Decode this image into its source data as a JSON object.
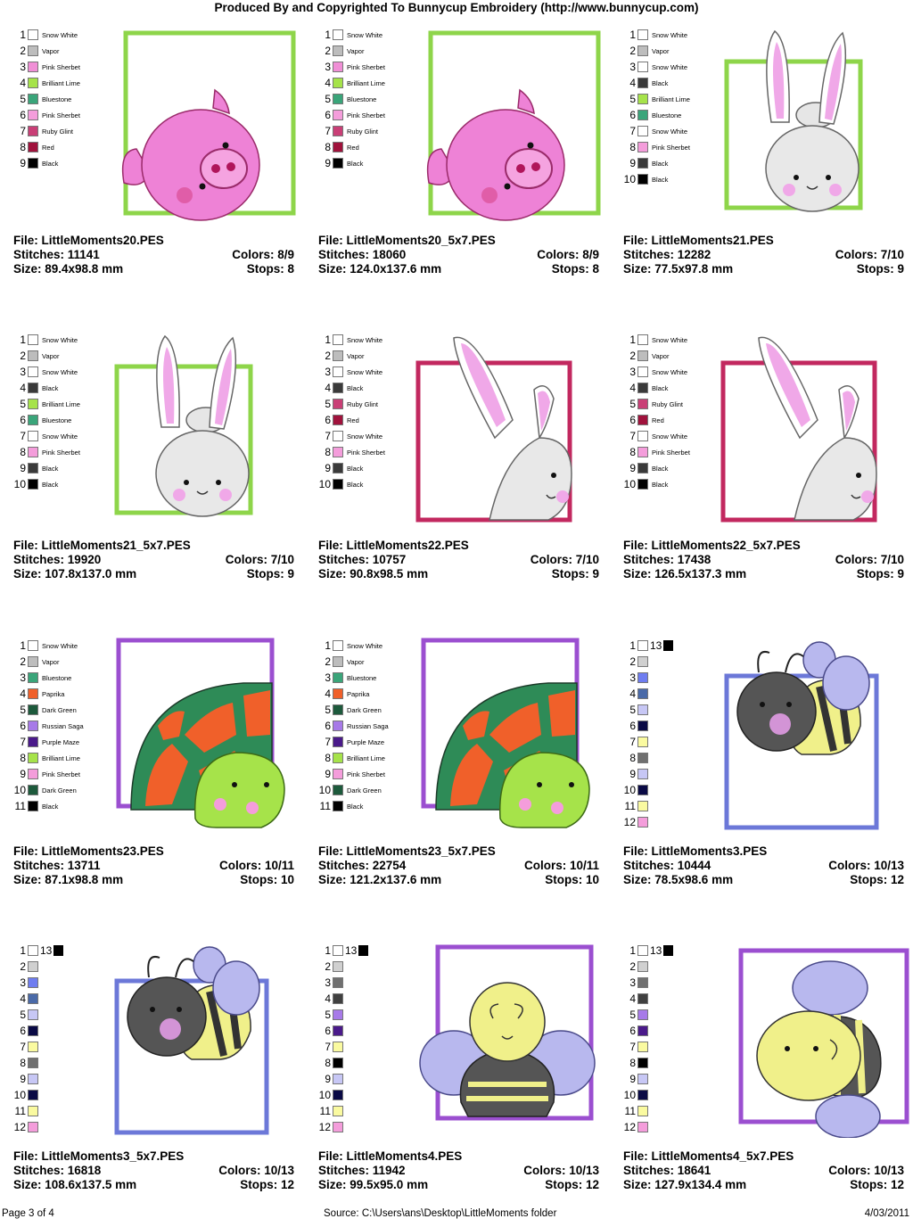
{
  "header": "Produced By and Copyrighted To Bunnycup Embroidery (http://www.bunnycup.com)",
  "footer": {
    "page": "Page 3 of 4",
    "source": "Source:  C:\\Users\\ans\\Desktop\\LittleMoments folder",
    "date": "4/03/2011"
  },
  "designs": [
    {
      "file": "File: LittleMoments20.PES",
      "stitches": "Stitches: 11141",
      "size": "Size: 89.4x98.8 mm",
      "colors_text": "Colors: 8/9",
      "stops": "Stops: 8",
      "art": "pig",
      "frame": "#8ed54a",
      "palette": [
        {
          "n": "1",
          "c": "#ffffff",
          "name": "Snow White"
        },
        {
          "n": "2",
          "c": "#bdbdbd",
          "name": "Vapor"
        },
        {
          "n": "3",
          "c": "#f08fd6",
          "name": "Pink Sherbet"
        },
        {
          "n": "4",
          "c": "#a6e34a",
          "name": "Brilliant Lime"
        },
        {
          "n": "5",
          "c": "#3aa57a",
          "name": "Bluestone"
        },
        {
          "n": "6",
          "c": "#f49ddb",
          "name": "Pink Sherbet"
        },
        {
          "n": "7",
          "c": "#c93f76",
          "name": "Ruby Glint"
        },
        {
          "n": "8",
          "c": "#a0123c",
          "name": "Red"
        },
        {
          "n": "9",
          "c": "#000000",
          "name": "Black"
        }
      ]
    },
    {
      "file": "File: LittleMoments20_5x7.PES",
      "stitches": "Stitches: 18060",
      "size": "Size: 124.0x137.6 mm",
      "colors_text": "Colors: 8/9",
      "stops": "Stops: 8",
      "art": "pig",
      "frame": "#8ed54a",
      "palette": [
        {
          "n": "1",
          "c": "#ffffff",
          "name": "Snow White"
        },
        {
          "n": "2",
          "c": "#bdbdbd",
          "name": "Vapor"
        },
        {
          "n": "3",
          "c": "#f08fd6",
          "name": "Pink Sherbet"
        },
        {
          "n": "4",
          "c": "#a6e34a",
          "name": "Brilliant Lime"
        },
        {
          "n": "5",
          "c": "#3aa57a",
          "name": "Bluestone"
        },
        {
          "n": "6",
          "c": "#f49ddb",
          "name": "Pink Sherbet"
        },
        {
          "n": "7",
          "c": "#c93f76",
          "name": "Ruby Glint"
        },
        {
          "n": "8",
          "c": "#a0123c",
          "name": "Red"
        },
        {
          "n": "9",
          "c": "#000000",
          "name": "Black"
        }
      ]
    },
    {
      "file": "File: LittleMoments21.PES",
      "stitches": "Stitches: 12282",
      "size": "Size: 77.5x97.8 mm",
      "colors_text": "Colors: 7/10",
      "stops": "Stops: 9",
      "art": "bunny-front",
      "frame": "#8ed54a",
      "palette": [
        {
          "n": "1",
          "c": "#ffffff",
          "name": "Snow White"
        },
        {
          "n": "2",
          "c": "#bdbdbd",
          "name": "Vapor"
        },
        {
          "n": "3",
          "c": "#ffffff",
          "name": "Snow White"
        },
        {
          "n": "4",
          "c": "#3a3a3a",
          "name": "Black"
        },
        {
          "n": "5",
          "c": "#a6e34a",
          "name": "Brilliant Lime"
        },
        {
          "n": "6",
          "c": "#3aa57a",
          "name": "Bluestone"
        },
        {
          "n": "7",
          "c": "#ffffff",
          "name": "Snow White"
        },
        {
          "n": "8",
          "c": "#f49ddb",
          "name": "Pink Sherbet"
        },
        {
          "n": "9",
          "c": "#3a3a3a",
          "name": "Black"
        },
        {
          "n": "10",
          "c": "#000000",
          "name": "Black"
        }
      ]
    },
    {
      "file": "File: LittleMoments21_5x7.PES",
      "stitches": "Stitches: 19920",
      "size": "Size: 107.8x137.0 mm",
      "colors_text": "Colors: 7/10",
      "stops": "Stops: 9",
      "art": "bunny-front",
      "frame": "#8ed54a",
      "palette": [
        {
          "n": "1",
          "c": "#ffffff",
          "name": "Snow White"
        },
        {
          "n": "2",
          "c": "#bdbdbd",
          "name": "Vapor"
        },
        {
          "n": "3",
          "c": "#ffffff",
          "name": "Snow White"
        },
        {
          "n": "4",
          "c": "#3a3a3a",
          "name": "Black"
        },
        {
          "n": "5",
          "c": "#a6e34a",
          "name": "Brilliant Lime"
        },
        {
          "n": "6",
          "c": "#3aa57a",
          "name": "Bluestone"
        },
        {
          "n": "7",
          "c": "#ffffff",
          "name": "Snow White"
        },
        {
          "n": "8",
          "c": "#f49ddb",
          "name": "Pink Sherbet"
        },
        {
          "n": "9",
          "c": "#3a3a3a",
          "name": "Black"
        },
        {
          "n": "10",
          "c": "#000000",
          "name": "Black"
        }
      ]
    },
    {
      "file": "File: LittleMoments22.PES",
      "stitches": "Stitches: 10757",
      "size": "Size: 90.8x98.5 mm",
      "colors_text": "Colors: 7/10",
      "stops": "Stops: 9",
      "art": "bunny-side",
      "frame": "#c2285f",
      "palette": [
        {
          "n": "1",
          "c": "#ffffff",
          "name": "Snow White"
        },
        {
          "n": "2",
          "c": "#bdbdbd",
          "name": "Vapor"
        },
        {
          "n": "3",
          "c": "#ffffff",
          "name": "Snow White"
        },
        {
          "n": "4",
          "c": "#3a3a3a",
          "name": "Black"
        },
        {
          "n": "5",
          "c": "#c93f76",
          "name": "Ruby Glint"
        },
        {
          "n": "6",
          "c": "#a0123c",
          "name": "Red"
        },
        {
          "n": "7",
          "c": "#ffffff",
          "name": "Snow White"
        },
        {
          "n": "8",
          "c": "#f49ddb",
          "name": "Pink Sherbet"
        },
        {
          "n": "9",
          "c": "#3a3a3a",
          "name": "Black"
        },
        {
          "n": "10",
          "c": "#000000",
          "name": "Black"
        }
      ]
    },
    {
      "file": "File: LittleMoments22_5x7.PES",
      "stitches": "Stitches: 17438",
      "size": "Size: 126.5x137.3 mm",
      "colors_text": "Colors: 7/10",
      "stops": "Stops: 9",
      "art": "bunny-side",
      "frame": "#c2285f",
      "palette": [
        {
          "n": "1",
          "c": "#ffffff",
          "name": "Snow White"
        },
        {
          "n": "2",
          "c": "#bdbdbd",
          "name": "Vapor"
        },
        {
          "n": "3",
          "c": "#ffffff",
          "name": "Snow White"
        },
        {
          "n": "4",
          "c": "#3a3a3a",
          "name": "Black"
        },
        {
          "n": "5",
          "c": "#c93f76",
          "name": "Ruby Glint"
        },
        {
          "n": "6",
          "c": "#a0123c",
          "name": "Red"
        },
        {
          "n": "7",
          "c": "#ffffff",
          "name": "Snow White"
        },
        {
          "n": "8",
          "c": "#f49ddb",
          "name": "Pink Sherbet"
        },
        {
          "n": "9",
          "c": "#3a3a3a",
          "name": "Black"
        },
        {
          "n": "10",
          "c": "#000000",
          "name": "Black"
        }
      ]
    },
    {
      "file": "File: LittleMoments23.PES",
      "stitches": "Stitches: 13711",
      "size": "Size: 87.1x98.8 mm",
      "colors_text": "Colors: 10/11",
      "stops": "Stops: 10",
      "art": "turtle",
      "frame": "#9b4fd0",
      "palette": [
        {
          "n": "1",
          "c": "#ffffff",
          "name": "Snow White"
        },
        {
          "n": "2",
          "c": "#bdbdbd",
          "name": "Vapor"
        },
        {
          "n": "3",
          "c": "#3aa57a",
          "name": "Bluestone"
        },
        {
          "n": "4",
          "c": "#f0602a",
          "name": "Paprika"
        },
        {
          "n": "5",
          "c": "#1d5a3c",
          "name": "Dark Green"
        },
        {
          "n": "6",
          "c": "#a77ae8",
          "name": "Russian Saga"
        },
        {
          "n": "7",
          "c": "#4a1a8a",
          "name": "Purple Maze"
        },
        {
          "n": "8",
          "c": "#a6e34a",
          "name": "Brilliant Lime"
        },
        {
          "n": "9",
          "c": "#f49ddb",
          "name": "Pink Sherbet"
        },
        {
          "n": "10",
          "c": "#1d5a3c",
          "name": "Dark Green"
        },
        {
          "n": "11",
          "c": "#000000",
          "name": "Black"
        }
      ]
    },
    {
      "file": "File: LittleMoments23_5x7.PES",
      "stitches": "Stitches: 22754",
      "size": "Size: 121.2x137.6 mm",
      "colors_text": "Colors: 10/11",
      "stops": "Stops: 10",
      "art": "turtle",
      "frame": "#9b4fd0",
      "palette": [
        {
          "n": "1",
          "c": "#ffffff",
          "name": "Snow White"
        },
        {
          "n": "2",
          "c": "#bdbdbd",
          "name": "Vapor"
        },
        {
          "n": "3",
          "c": "#3aa57a",
          "name": "Bluestone"
        },
        {
          "n": "4",
          "c": "#f0602a",
          "name": "Paprika"
        },
        {
          "n": "5",
          "c": "#1d5a3c",
          "name": "Dark Green"
        },
        {
          "n": "6",
          "c": "#a77ae8",
          "name": "Russian Saga"
        },
        {
          "n": "7",
          "c": "#4a1a8a",
          "name": "Purple Maze"
        },
        {
          "n": "8",
          "c": "#a6e34a",
          "name": "Brilliant Lime"
        },
        {
          "n": "9",
          "c": "#f49ddb",
          "name": "Pink Sherbet"
        },
        {
          "n": "10",
          "c": "#1d5a3c",
          "name": "Dark Green"
        },
        {
          "n": "11",
          "c": "#000000",
          "name": "Black"
        }
      ]
    },
    {
      "file": "File: LittleMoments3.PES",
      "stitches": "Stitches: 10444",
      "size": "Size: 78.5x98.6 mm",
      "colors_text": "Colors: 10/13",
      "stops": "Stops: 12",
      "art": "bee-tilt",
      "frame": "#6c78d8",
      "extra": "13",
      "palette": [
        {
          "n": "1",
          "c": "#ffffff",
          "name": ""
        },
        {
          "n": "2",
          "c": "#d0d0d0",
          "name": ""
        },
        {
          "n": "3",
          "c": "#6f7df0",
          "name": ""
        },
        {
          "n": "4",
          "c": "#4a6aa8",
          "name": ""
        },
        {
          "n": "5",
          "c": "#c7c7f5",
          "name": ""
        },
        {
          "n": "6",
          "c": "#0a0a45",
          "name": ""
        },
        {
          "n": "7",
          "c": "#fafaa0",
          "name": ""
        },
        {
          "n": "8",
          "c": "#707070",
          "name": ""
        },
        {
          "n": "9",
          "c": "#c7c7f5",
          "name": ""
        },
        {
          "n": "10",
          "c": "#0a0a45",
          "name": ""
        },
        {
          "n": "11",
          "c": "#fafaa0",
          "name": ""
        },
        {
          "n": "12",
          "c": "#f49ddb",
          "name": ""
        }
      ]
    },
    {
      "file": "File: LittleMoments3_5x7.PES",
      "stitches": "Stitches: 16818",
      "size": "Size: 108.6x137.5 mm",
      "colors_text": "Colors: 10/13",
      "stops": "Stops: 12",
      "art": "bee-tilt",
      "frame": "#6c78d8",
      "extra": "13",
      "palette": [
        {
          "n": "1",
          "c": "#ffffff",
          "name": ""
        },
        {
          "n": "2",
          "c": "#d0d0d0",
          "name": ""
        },
        {
          "n": "3",
          "c": "#6f7df0",
          "name": ""
        },
        {
          "n": "4",
          "c": "#4a6aa8",
          "name": ""
        },
        {
          "n": "5",
          "c": "#c7c7f5",
          "name": ""
        },
        {
          "n": "6",
          "c": "#0a0a45",
          "name": ""
        },
        {
          "n": "7",
          "c": "#fafaa0",
          "name": ""
        },
        {
          "n": "8",
          "c": "#707070",
          "name": ""
        },
        {
          "n": "9",
          "c": "#c7c7f5",
          "name": ""
        },
        {
          "n": "10",
          "c": "#0a0a45",
          "name": ""
        },
        {
          "n": "11",
          "c": "#fafaa0",
          "name": ""
        },
        {
          "n": "12",
          "c": "#f49ddb",
          "name": ""
        }
      ]
    },
    {
      "file": "File: LittleMoments4.PES",
      "stitches": "Stitches: 11942",
      "size": "Size: 99.5x95.0 mm",
      "colors_text": "Colors: 10/13",
      "stops": "Stops: 12",
      "art": "bee-up",
      "frame": "#9b4fd0",
      "extra": "13",
      "palette": [
        {
          "n": "1",
          "c": "#ffffff",
          "name": ""
        },
        {
          "n": "2",
          "c": "#d0d0d0",
          "name": ""
        },
        {
          "n": "3",
          "c": "#707070",
          "name": ""
        },
        {
          "n": "4",
          "c": "#404040",
          "name": ""
        },
        {
          "n": "5",
          "c": "#a77ae8",
          "name": ""
        },
        {
          "n": "6",
          "c": "#4a1a8a",
          "name": ""
        },
        {
          "n": "7",
          "c": "#fafaa0",
          "name": ""
        },
        {
          "n": "8",
          "c": "#000000",
          "name": ""
        },
        {
          "n": "9",
          "c": "#c7c7f5",
          "name": ""
        },
        {
          "n": "10",
          "c": "#0a0a45",
          "name": ""
        },
        {
          "n": "11",
          "c": "#fafaa0",
          "name": ""
        },
        {
          "n": "12",
          "c": "#f49ddb",
          "name": ""
        }
      ]
    },
    {
      "file": "File: LittleMoments4_5x7.PES",
      "stitches": "Stitches: 18641",
      "size": "Size: 127.9x134.4 mm",
      "colors_text": "Colors: 10/13",
      "stops": "Stops: 12",
      "art": "bee-side",
      "frame": "#9b4fd0",
      "extra": "13",
      "palette": [
        {
          "n": "1",
          "c": "#ffffff",
          "name": ""
        },
        {
          "n": "2",
          "c": "#d0d0d0",
          "name": ""
        },
        {
          "n": "3",
          "c": "#707070",
          "name": ""
        },
        {
          "n": "4",
          "c": "#404040",
          "name": ""
        },
        {
          "n": "5",
          "c": "#a77ae8",
          "name": ""
        },
        {
          "n": "6",
          "c": "#4a1a8a",
          "name": ""
        },
        {
          "n": "7",
          "c": "#fafaa0",
          "name": ""
        },
        {
          "n": "8",
          "c": "#000000",
          "name": ""
        },
        {
          "n": "9",
          "c": "#c7c7f5",
          "name": ""
        },
        {
          "n": "10",
          "c": "#0a0a45",
          "name": ""
        },
        {
          "n": "11",
          "c": "#fafaa0",
          "name": ""
        },
        {
          "n": "12",
          "c": "#f49ddb",
          "name": ""
        }
      ]
    }
  ]
}
